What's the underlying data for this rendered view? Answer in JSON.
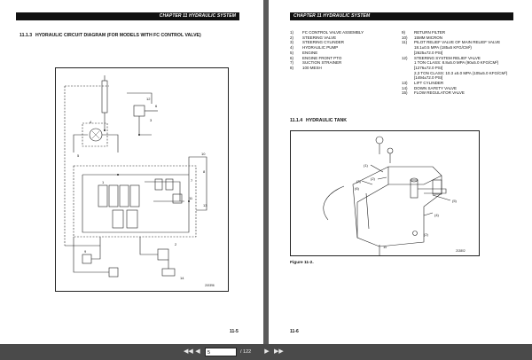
{
  "document": {
    "left_page": {
      "chapter_header": "CHAPTER 11 HYDRAULIC SYSTEM",
      "section_number": "11.1.3",
      "section_title": "HYDRAULIC CIRCUIT DIAGRAM (FOR MODELS WITH FC CONTROL VALVE)",
      "figure_code": "219396",
      "diagram_labels": [
        "11",
        "12",
        "6",
        "4",
        "3",
        "10",
        "1",
        "7",
        "8",
        "5",
        "2",
        "9",
        "13",
        "14"
      ],
      "page_number": "11-5"
    },
    "right_page": {
      "chapter_header": "CHAPTER 11 HYDRAULIC SYSTEM",
      "legend_left": [
        {
          "num": "1)",
          "text": "FC CONTROL VALVE ASSEMBLY"
        },
        {
          "num": "2)",
          "text": "STEERING VALVE"
        },
        {
          "num": "3)",
          "text": "STEERING CYLINDER"
        },
        {
          "num": "4)",
          "text": "HYDRAULIC PUMP"
        },
        {
          "num": "5)",
          "text": "ENGINE"
        },
        {
          "num": "6)",
          "text": "ENGINE FRONT PTO"
        },
        {
          "num": "7)",
          "text": "SUCTION STRAINER"
        },
        {
          "num": "8)",
          "text": "100 MESH"
        }
      ],
      "legend_right": [
        {
          "num": "9)",
          "text": "RETURN FILTER",
          "sub": []
        },
        {
          "num": "10)",
          "text": "15MM MICRON",
          "sub": []
        },
        {
          "num": "11)",
          "text": "PILOT RELIEF VALVE OF MAIN RELIEF VALVE",
          "sub": [
            "18.1±0.5 MPA (185±5 KFG/CM²)",
            "[2625±72.0 PSI]"
          ]
        },
        {
          "num": "12)",
          "text": "STEERING SYSTEM RELIEF VALVE",
          "sub": [
            "1 TON CLASS: 8.8±5.0 MPA (90±5.0 KFG/CM²)[1276±72.0 PSI]",
            "2,3 TON CLASS: 10.3 ±5.0 MPA (105±5.0 KFG/CM²)[1494±72.0 PSI]"
          ]
        },
        {
          "num": "13)",
          "text": "LIFT CYLINDER",
          "sub": []
        },
        {
          "num": "14)",
          "text": "DOWN SAFETY VALVE",
          "sub": []
        },
        {
          "num": "15)",
          "text": "FLOW REGULATOR VALVE",
          "sub": []
        }
      ],
      "section_number": "11.1.4",
      "section_title": "HYDRAULIC TANK",
      "tank_labels": [
        "(1)",
        "(2)",
        "(3)",
        "(4)",
        "(5)",
        "(6)",
        "11",
        "(2)"
      ],
      "figure_code": "213802",
      "figure_caption": "Figure 11-2.",
      "page_number": "11-6"
    }
  },
  "toolbar": {
    "first_icon": "first-page-icon",
    "prev_icon": "previous-page-icon",
    "current_page": "5",
    "total_pages": "/ 122",
    "next_icon": "next-page-icon",
    "last_icon": "last-page-icon"
  }
}
